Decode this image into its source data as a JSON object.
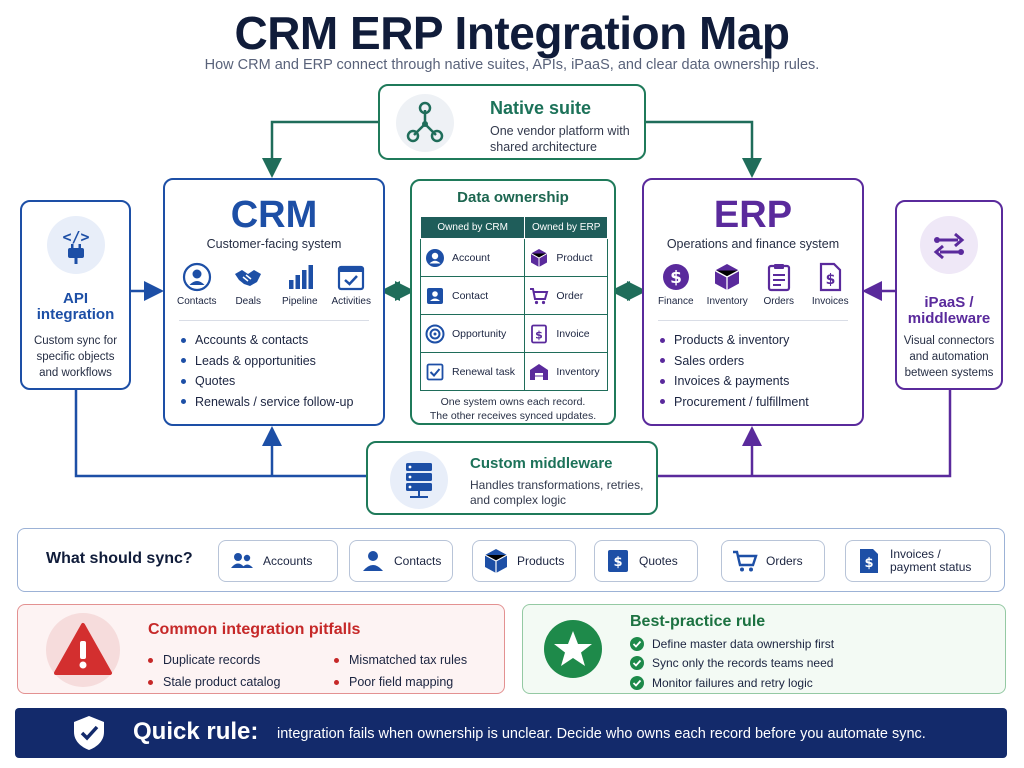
{
  "title": "CRM ERP Integration Map",
  "subtitle": "How CRM and ERP connect through native suites, APIs, iPaaS, and clear data ownership rules.",
  "native_suite": {
    "title": "Native suite",
    "desc": "One vendor platform with shared architecture",
    "icon": "network-nodes-icon"
  },
  "crm": {
    "title": "CRM",
    "subtitle": "Customer-facing system",
    "icons": [
      "Contacts",
      "Deals",
      "Pipeline",
      "Activities"
    ],
    "bullets": [
      "Accounts & contacts",
      "Leads & opportunities",
      "Quotes",
      "Renewals / service follow-up"
    ],
    "color": "#1d4fa6"
  },
  "erp": {
    "title": "ERP",
    "subtitle": "Operations and finance system",
    "icons": [
      "Finance",
      "Inventory",
      "Orders",
      "Invoices"
    ],
    "bullets": [
      "Products & inventory",
      "Sales orders",
      "Invoices & payments",
      "Procurement / fulfillment"
    ],
    "color": "#5a2a9c"
  },
  "api": {
    "title_line1": "API",
    "title_line2": "integration",
    "desc": "Custom sync for specific objects and workflows",
    "icon": "api-plug-icon"
  },
  "ipaas": {
    "title_line1": "iPaaS /",
    "title_line2": "middleware",
    "desc": "Visual connectors and automation between systems",
    "icon": "exchange-arrows-icon"
  },
  "ownership": {
    "title": "Data ownership",
    "headers": [
      "Owned by CRM",
      "Owned by ERP"
    ],
    "rows": [
      {
        "crm": "Account",
        "erp": "Product"
      },
      {
        "crm": "Contact",
        "erp": "Order"
      },
      {
        "crm": "Opportunity",
        "erp": "Invoice"
      },
      {
        "crm": "Renewal task",
        "erp": "Inventory"
      }
    ],
    "note_line1": "One system owns each record.",
    "note_line2": "The other receives synced updates."
  },
  "middleware": {
    "title": "Custom middleware",
    "desc": "Handles transformations, retries, and complex logic",
    "icon": "server-stack-icon"
  },
  "sync": {
    "question": "What should sync?",
    "items": [
      "Accounts",
      "Contacts",
      "Products",
      "Quotes",
      "Orders",
      "Invoices /",
      "payment status"
    ]
  },
  "pitfalls": {
    "title": "Common integration pitfalls",
    "items": [
      "Duplicate records",
      "Stale product catalog",
      "Mismatched tax rules",
      "Poor field mapping"
    ]
  },
  "best_practice": {
    "title": "Best-practice rule",
    "items": [
      "Define master data ownership first",
      "Sync only the records teams need",
      "Monitor failures and retry logic"
    ]
  },
  "quick_rule": {
    "label": "Quick rule:",
    "text": "integration fails when ownership is unclear. Decide who owns each record before you automate sync."
  }
}
